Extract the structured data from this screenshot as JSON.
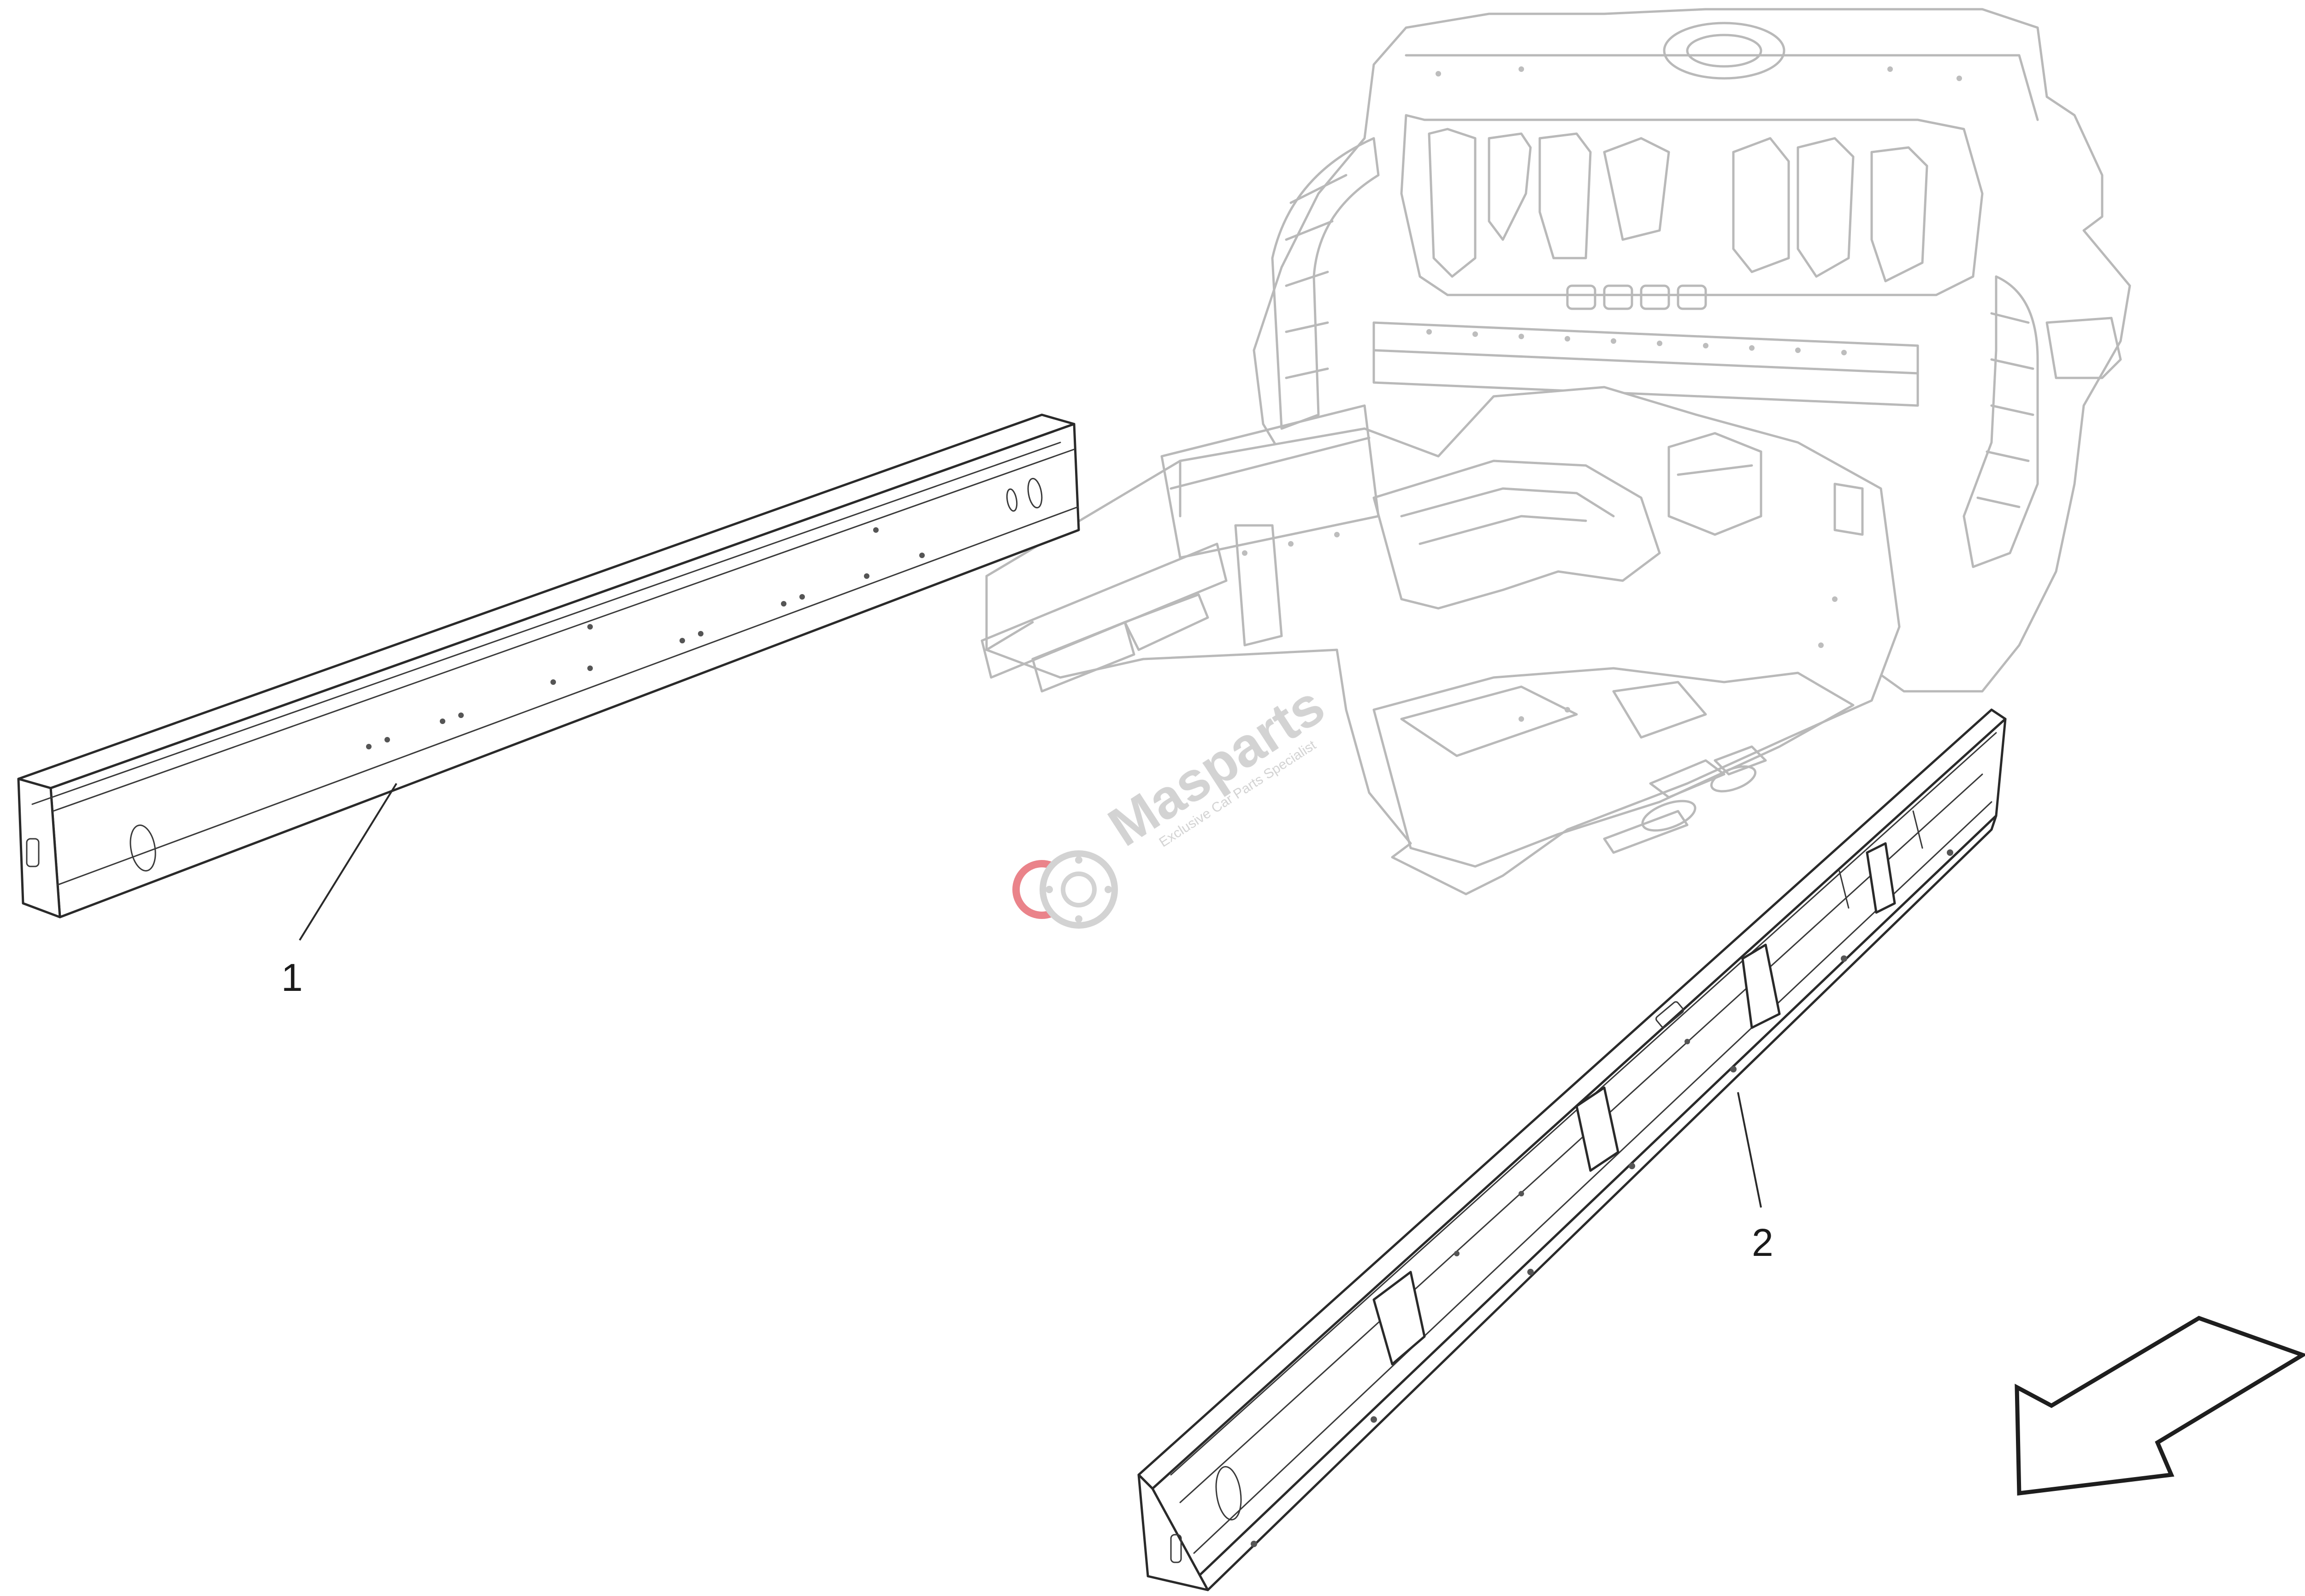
{
  "callouts": [
    {
      "number": "1"
    },
    {
      "number": "2"
    }
  ],
  "watermark": {
    "brand": "Masparts",
    "tagline": "Exclusive Car Parts Specialist",
    "logo_color": "#e35a63"
  },
  "colors": {
    "ghost_outline": "#b9b9b9",
    "part_outline": "#2a2a2a"
  }
}
